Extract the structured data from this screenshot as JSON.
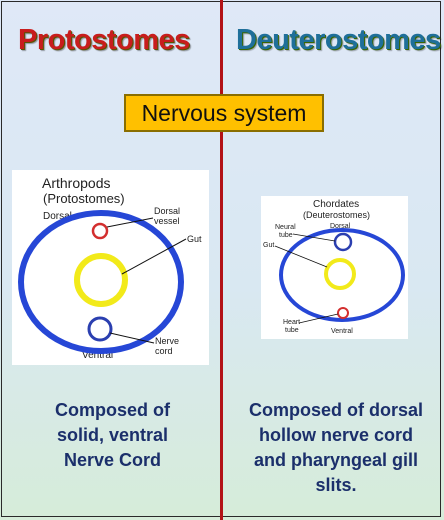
{
  "headings": {
    "protostomes": "Protostomes",
    "deuterostomes": "Deuterostomes"
  },
  "banner": "Nervous system",
  "left_diagram": {
    "title": "Arthropods",
    "subtitle": "(Protostomes)",
    "labels": {
      "dorsal": "Dorsal",
      "dorsal_vessel_1": "Dorsal",
      "dorsal_vessel_2": "vessel",
      "gut": "Gut",
      "nerve_cord_1": "Nerve",
      "nerve_cord_2": "cord",
      "ventral": "Ventral"
    }
  },
  "right_diagram": {
    "title": "Chordates",
    "subtitle": "(Deuterostomes)",
    "labels": {
      "neural_tube_1": "Neural",
      "neural_tube_2": "tube",
      "dorsal": "Dorsal",
      "gut": "Gut",
      "heart_tube_1": "Heart",
      "heart_tube_2": "tube",
      "ventral": "Ventral"
    }
  },
  "descriptions": {
    "protostomes": [
      "Composed of",
      "solid, ventral",
      "Nerve Cord"
    ],
    "deuterostomes": [
      "Composed of dorsal",
      "hollow nerve cord",
      "and pharyngeal gill",
      "slits."
    ]
  },
  "colors": {
    "body_ring": "#2647d6",
    "gut_ring": "#f2ea1a",
    "vessel_ring": "#d32f2f",
    "nerve_ring": "#2b3fb0",
    "divider": "#b31217",
    "banner": "#ffc000"
  }
}
